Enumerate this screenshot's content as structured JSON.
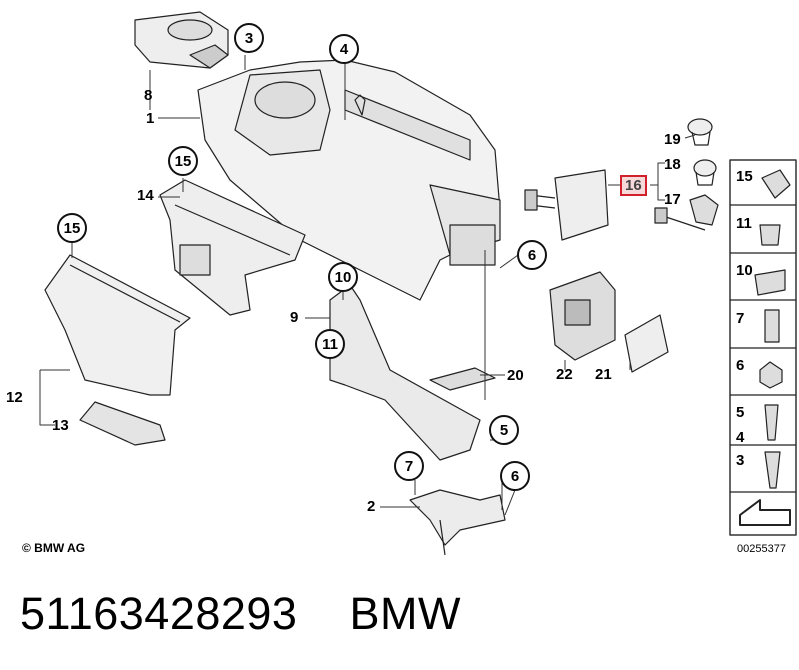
{
  "callouts": {
    "c1": "1",
    "c2": "2",
    "c3": "3",
    "c4": "4",
    "c5": "5",
    "c6a": "6",
    "c6b": "6",
    "c7": "7",
    "c8": "8",
    "c9": "9",
    "c10": "10",
    "c11": "11",
    "c12": "12",
    "c13": "13",
    "c14": "14",
    "c15a": "15",
    "c15b": "15",
    "c16": "16",
    "c17": "17",
    "c18": "18",
    "c19": "19",
    "c20": "20",
    "c21": "21",
    "c22": "22"
  },
  "legend": {
    "l15": "15",
    "l11": "11",
    "l10": "10",
    "l7": "7",
    "l6": "6",
    "l5": "5",
    "l4": "4",
    "l3": "3"
  },
  "highlight_color": "#d2202a",
  "copyright": "© BMW AG",
  "diagram_id": "00255377",
  "caption": {
    "part_number": "51163428293",
    "brand": "BMW"
  }
}
